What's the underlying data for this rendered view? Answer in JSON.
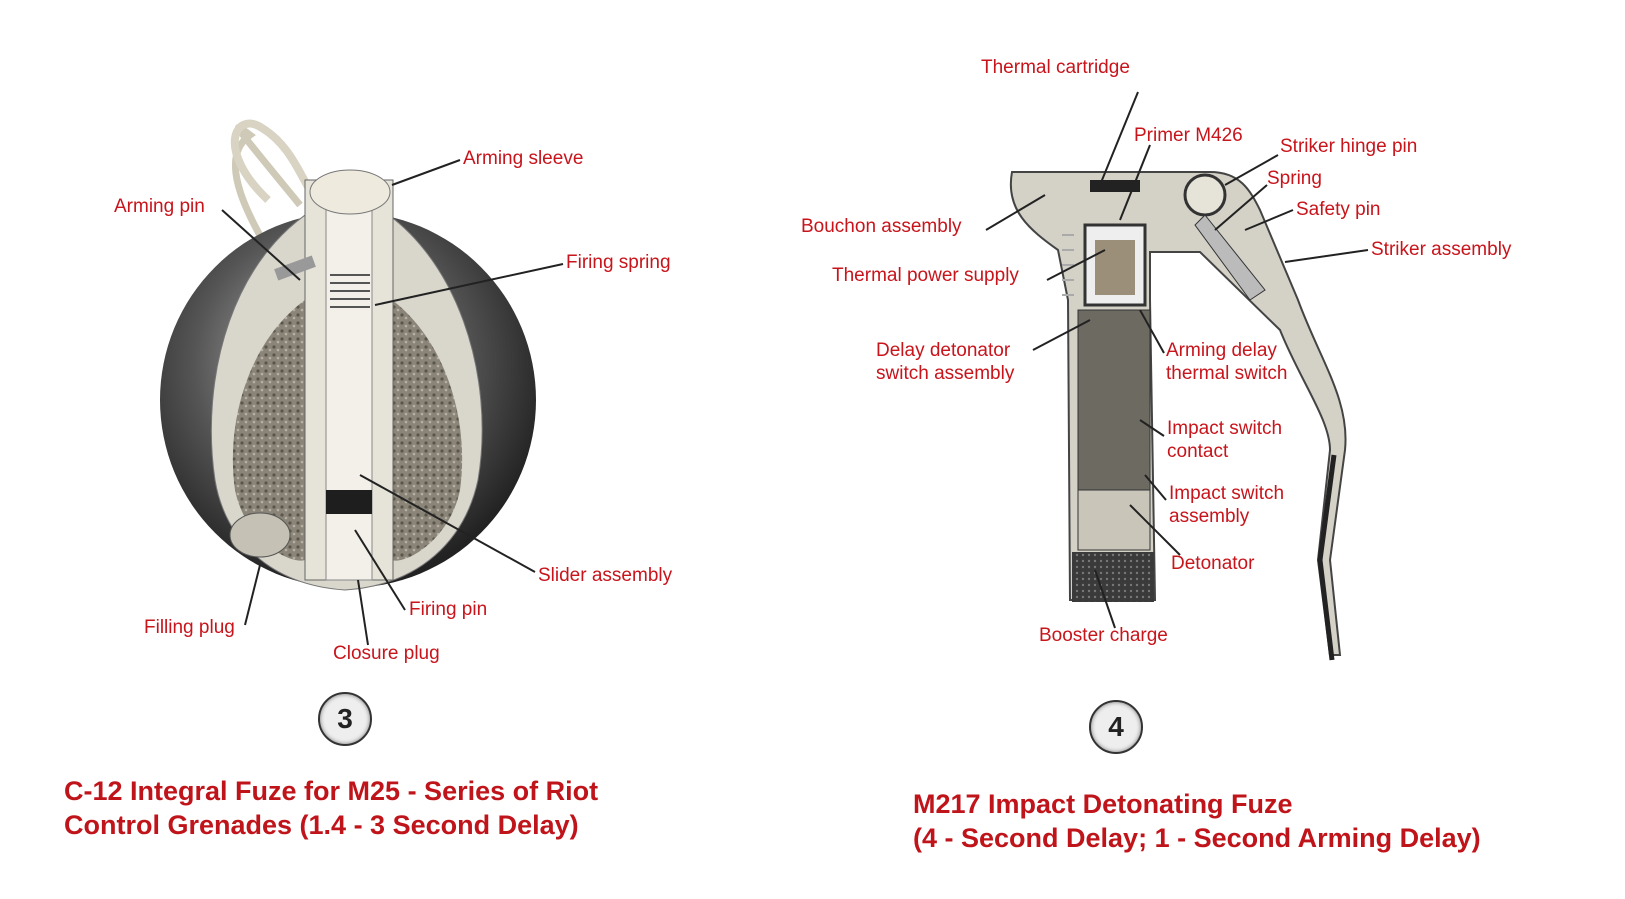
{
  "left_figure": {
    "labels": {
      "arming_sleeve": "Arming sleeve",
      "arming_pin": "Arming pin",
      "firing_spring": "Firing spring",
      "slider_assembly": "Slider assembly",
      "firing_pin": "Firing pin",
      "filling_plug": "Filling plug",
      "closure_plug": "Closure plug"
    },
    "number": "3",
    "caption_line1": "C-12 Integral Fuze for M25 -  Series of Riot",
    "caption_line2": "Control Grenades (1.4 - 3 Second Delay)"
  },
  "right_figure": {
    "labels": {
      "thermal_cartridge": "Thermal cartridge",
      "primer": "Primer M426",
      "striker_hinge_pin": "Striker hinge pin",
      "spring": "Spring",
      "safety_pin": "Safety pin",
      "striker_assembly": "Striker assembly",
      "bouchon_assembly": "Bouchon assembly",
      "thermal_power_supply": "Thermal power supply",
      "delay_detonator_1": "Delay detonator",
      "delay_detonator_2": "switch assembly",
      "arming_delay_1": "Arming delay",
      "arming_delay_2": "thermal switch",
      "impact_contact_1": "Impact switch",
      "impact_contact_2": "contact",
      "impact_assembly_1": "Impact switch",
      "impact_assembly_2": "assembly",
      "detonator": "Detonator",
      "booster_charge": "Booster charge"
    },
    "number": "4",
    "caption_line1": "M217 Impact Detonating Fuze",
    "caption_line2": "(4 - Second Delay; 1 - Second Arming Delay)"
  },
  "colors": {
    "label": "#c8141b",
    "leader": "#222222"
  }
}
